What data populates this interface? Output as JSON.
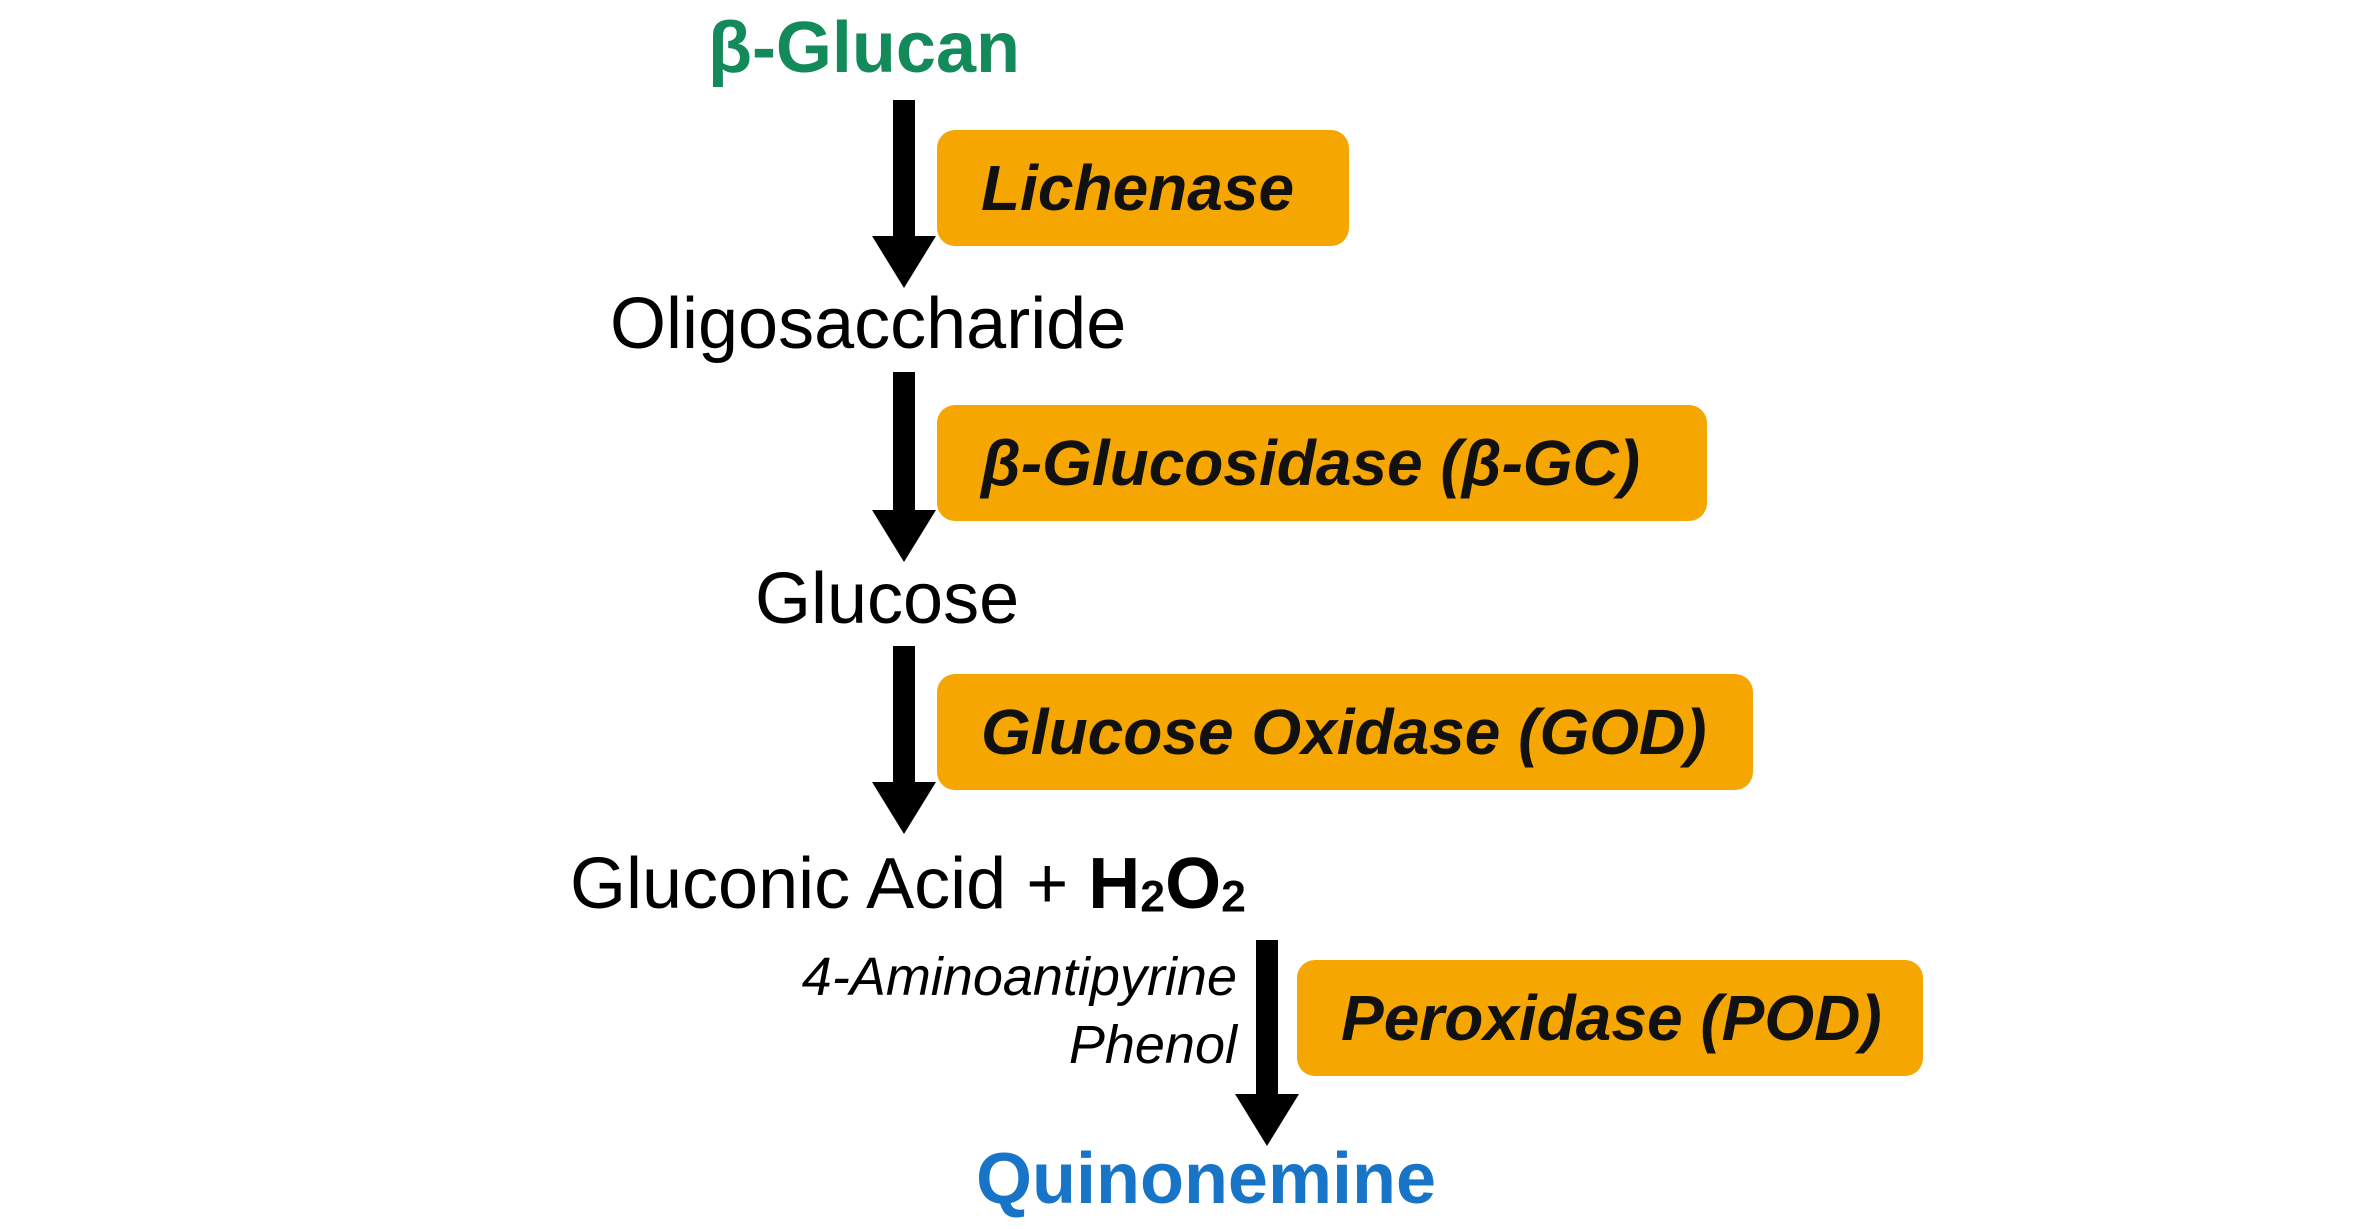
{
  "pathway": {
    "substrate": "β-Glucan",
    "oligosaccharide": "Oligosaccharide",
    "glucose": "Glucose",
    "gluconic": {
      "acid": "Gluconic Acid +",
      "h": "H",
      "sub1": "2",
      "o": "O",
      "sub2": "2"
    },
    "product": "Quinonemine"
  },
  "enzymes": {
    "lichenase": "Lichenase",
    "beta_gc": "β-Glucosidase (β-GC)",
    "god": "Glucose Oxidase (GOD)",
    "pod": "Peroxidase (POD)"
  },
  "reagents": {
    "line1": "4-Aminoantipyrine",
    "line2": "Phenol"
  },
  "colors": {
    "substrate": "#128a5a",
    "product": "#1874c7",
    "enzyme_box": "#f5a600",
    "arrow": "#000000"
  }
}
